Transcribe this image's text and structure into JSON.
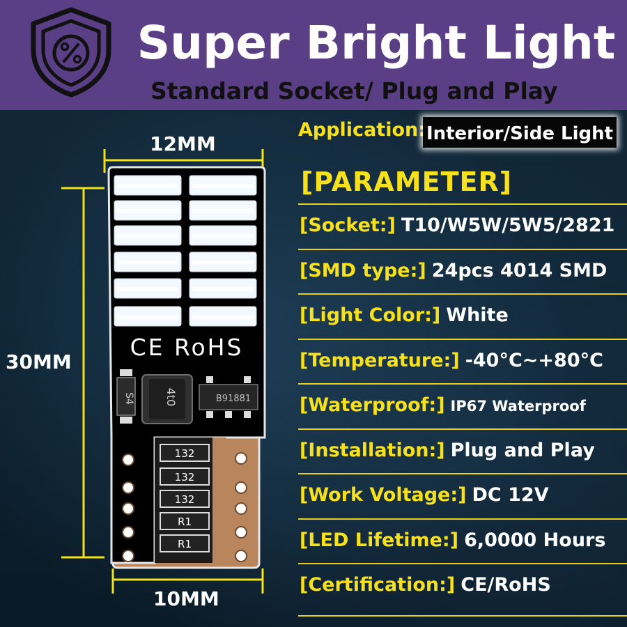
{
  "header": {
    "title": "Super Bright Light",
    "subtitle": "Standard Socket/ Plug and Play",
    "badge_icon": "shield-percent-icon",
    "bar_color": "#5b3f86"
  },
  "dimensions": {
    "top_width": "12MM",
    "height": "30MM",
    "bottom_width": "10MM"
  },
  "board_markings": {
    "cert": "CE RoHS",
    "diode": "S4",
    "inductor": "4t0",
    "ic": "B91881",
    "resistors": [
      "132",
      "132",
      "132",
      "R1",
      "R1"
    ]
  },
  "application": {
    "label": "Application:",
    "value": "Interior/Side Light"
  },
  "parameter_title": "[PARAMETER]",
  "parameters": [
    {
      "key": "[Socket:]",
      "value": "T10/W5W/5W5/2821"
    },
    {
      "key": "[SMD type:]",
      "value": "24pcs 4014 SMD"
    },
    {
      "key": "[Light Color:]",
      "value": "White"
    },
    {
      "key": "[Temperature:]",
      "value": "-40°C~+80°C"
    },
    {
      "key": "[Waterproof:]",
      "value": "IP67  Waterproof"
    },
    {
      "key": "[Installation:]",
      "value": "Plug and Play"
    },
    {
      "key": "[Work Voltage:]",
      "value": "DC 12V"
    },
    {
      "key": "[LED Lifetime:]",
      "value": "6,0000 Hours"
    },
    {
      "key": "[Certification:]",
      "value": "CE/RoHS"
    }
  ],
  "colors": {
    "accent": "#f7e01c",
    "text": "#ffffff",
    "background": "#0c1e2c"
  }
}
